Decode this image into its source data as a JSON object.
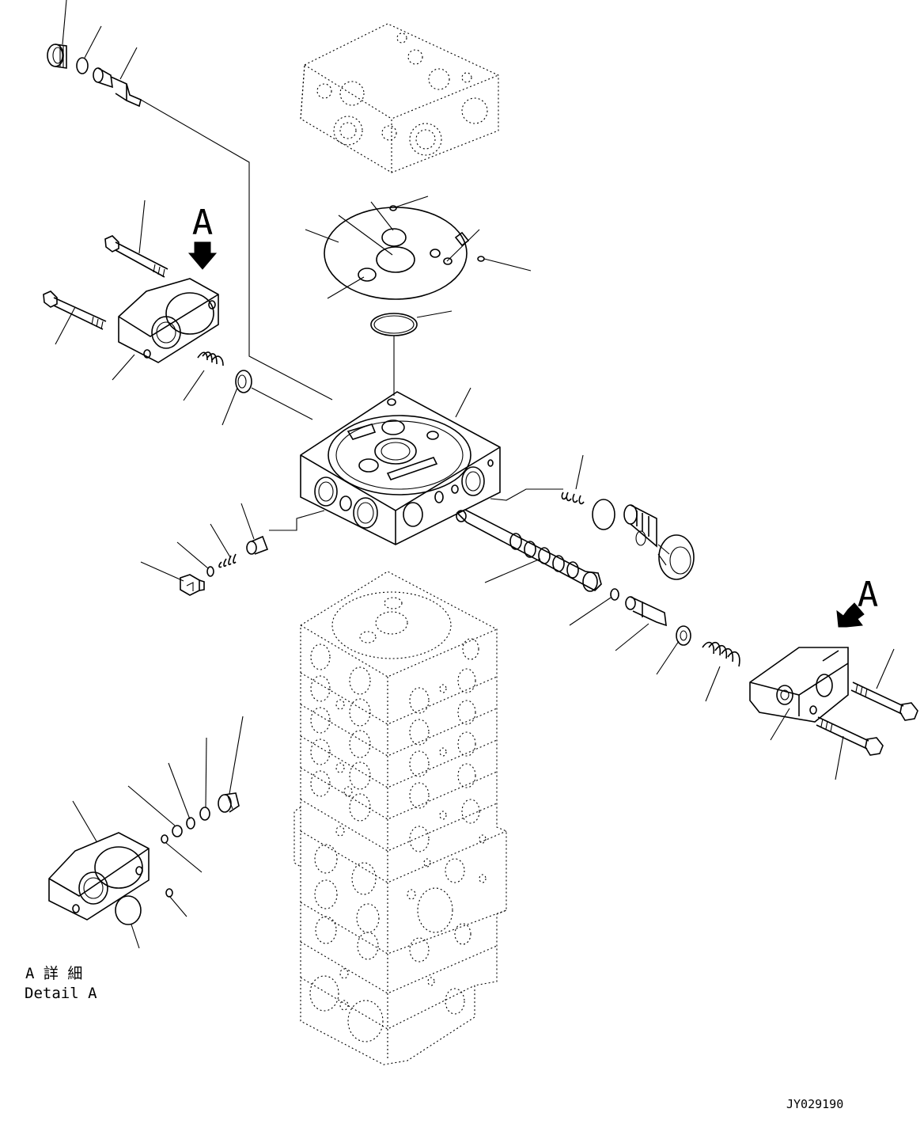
{
  "labels": {
    "view_arrow_top": "A",
    "view_arrow_right": "A",
    "detail_title_jp": "A 詳 細",
    "detail_title_en": "Detail A",
    "drawing_number": "JY029190"
  },
  "colors": {
    "line": "#000000",
    "background": "#ffffff"
  }
}
